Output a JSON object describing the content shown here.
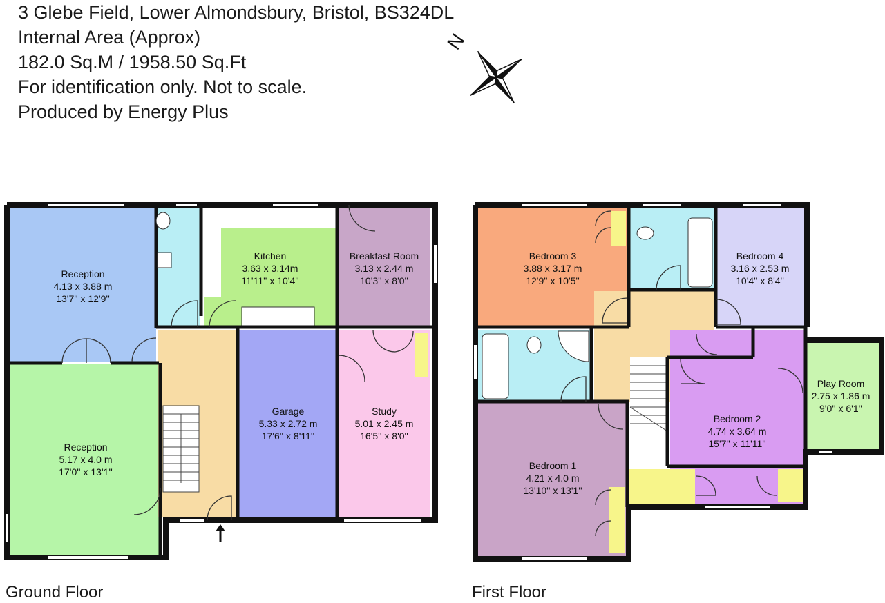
{
  "header": {
    "address": "3 Glebe Field, Lower Almondsbury, Bristol, BS324DL",
    "area_title": "Internal Area (Approx)",
    "area_value": "182.0 Sq.M / 1958.50 Sq.Ft",
    "disclaimer": "For identification only. Not to scale.",
    "producer": "Produced by Energy Plus"
  },
  "compass": {
    "label": "N"
  },
  "colors": {
    "wall": "#111111",
    "reception_upper": "#a9c8f5",
    "reception_lower": "#b6f5a8",
    "kitchen": "#b9ef8c",
    "breakfast": "#c8a6c8",
    "bathroom": "#b9eef5",
    "hall": "#f8dca5",
    "garage": "#a3a7f5",
    "study": "#fbc8ea",
    "bedroom3": "#f9a97d",
    "bedroom4": "#d7d5f8",
    "bedroom1": "#c9a4c7",
    "bedroom2": "#d99cf2",
    "playroom": "#c9f5b0",
    "cupboard": "#f7f58a"
  },
  "ground_floor": {
    "label": "Ground Floor",
    "rooms": {
      "reception_upper": {
        "name": "Reception",
        "metric": "4.13 x 3.88 m",
        "imperial": "13'7'' x 12'9''"
      },
      "reception_lower": {
        "name": "Reception",
        "metric": "5.17 x 4.0 m",
        "imperial": "17'0'' x 13'1''"
      },
      "kitchen": {
        "name": "Kitchen",
        "metric": "3.63 x 3.14m",
        "imperial": "11'11'' x 10'4''"
      },
      "breakfast": {
        "name": "Breakfast Room",
        "metric": "3.13 x 2.44 m",
        "imperial": "10'3'' x 8'0''"
      },
      "garage": {
        "name": "Garage",
        "metric": "5.33 x 2.72 m",
        "imperial": "17'6'' x 8'11''"
      },
      "study": {
        "name": "Study",
        "metric": "5.01 x 2.45 m",
        "imperial": "16'5'' x 8'0''"
      }
    }
  },
  "first_floor": {
    "label": "First Floor",
    "rooms": {
      "bedroom3": {
        "name": "Bedroom 3",
        "metric": "3.88 x 3.17 m",
        "imperial": "12'9'' x 10'5''"
      },
      "bedroom4": {
        "name": "Bedroom 4",
        "metric": "3.16 x 2.53 m",
        "imperial": "10'4'' x 8'4''"
      },
      "bedroom1": {
        "name": "Bedroom 1",
        "metric": "4.21 x 4.0 m",
        "imperial": "13'10'' x 13'1''"
      },
      "bedroom2": {
        "name": "Bedroom 2",
        "metric": "4.74 x 3.64 m",
        "imperial": "15'7'' x 11'11''"
      },
      "playroom": {
        "name": "Play Room",
        "metric": "2.75 x 1.86 m",
        "imperial": "9'0'' x 6'1''"
      }
    }
  }
}
